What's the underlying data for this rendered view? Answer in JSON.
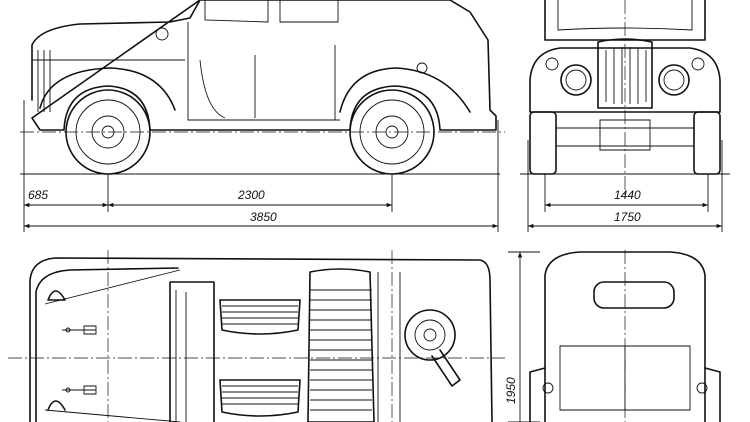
{
  "dimensions": {
    "front_overhang": "685",
    "wheelbase": "2300",
    "overall_length": "3850",
    "track_width": "1440",
    "overall_width": "1750",
    "overall_height": "1950"
  },
  "colors": {
    "ink": "#111111",
    "paper": "#ffffff"
  }
}
